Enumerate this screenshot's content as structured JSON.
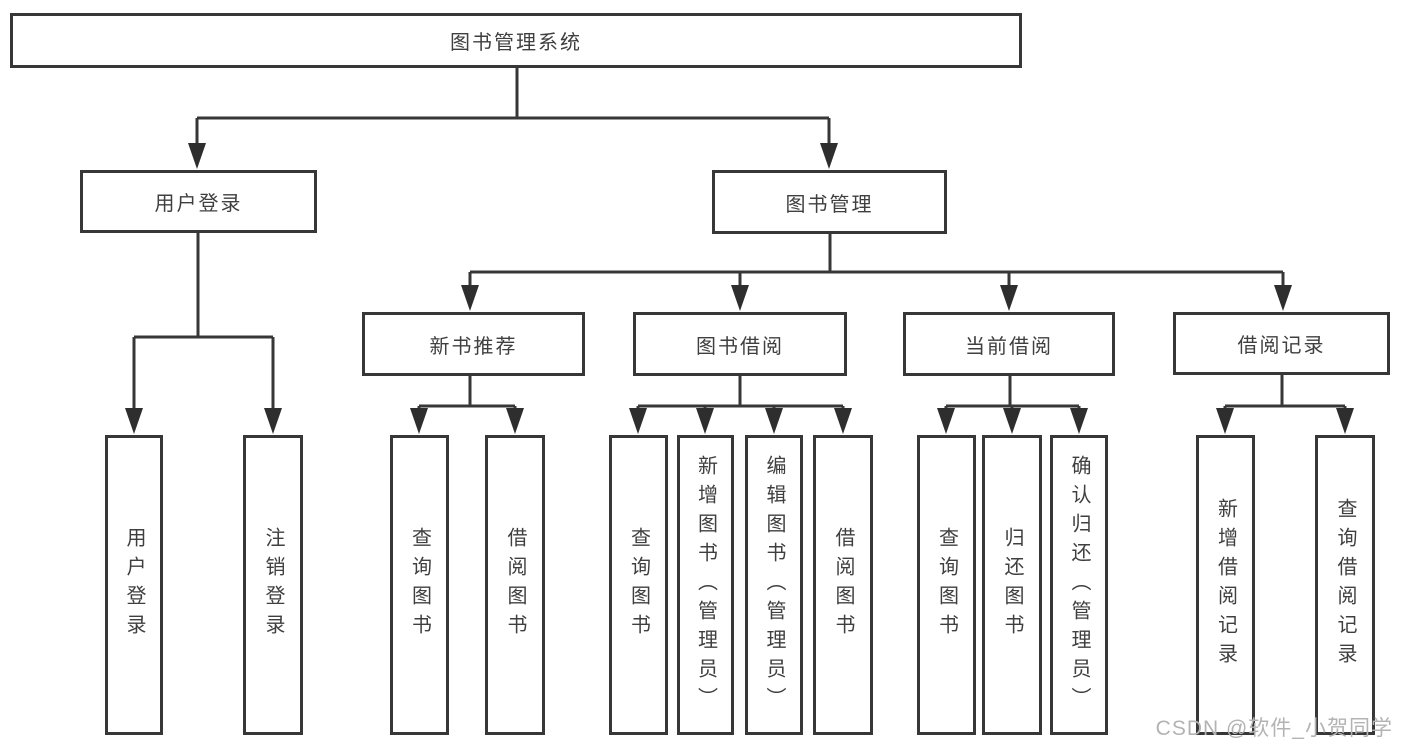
{
  "diagram": {
    "title_node": {
      "label": "图书管理系统"
    },
    "level1": [
      {
        "label": "用户登录"
      },
      {
        "label": "图书管理"
      }
    ],
    "level2": [
      {
        "label": "新书推荐",
        "parent": "图书管理"
      },
      {
        "label": "图书借阅",
        "parent": "图书管理"
      },
      {
        "label": "当前借阅",
        "parent": "图书管理"
      },
      {
        "label": "借阅记录",
        "parent": "图书管理"
      }
    ],
    "leaves": [
      {
        "label": "用户登录",
        "parent": "用户登录"
      },
      {
        "label": "注销登录",
        "parent": "用户登录"
      },
      {
        "label": "查询图书",
        "parent": "新书推荐"
      },
      {
        "label": "借阅图书",
        "parent": "新书推荐"
      },
      {
        "label": "查询图书",
        "parent": "图书借阅"
      },
      {
        "label": "新增图书（管理员）",
        "parent": "图书借阅"
      },
      {
        "label": "编辑图书（管理员）",
        "parent": "图书借阅"
      },
      {
        "label": "借阅图书",
        "parent": "图书借阅"
      },
      {
        "label": "查询图书",
        "parent": "当前借阅"
      },
      {
        "label": "归还图书",
        "parent": "当前借阅"
      },
      {
        "label": "确认归还（管理员）",
        "parent": "当前借阅"
      },
      {
        "label": "新增借阅记录",
        "parent": "借阅记录"
      },
      {
        "label": "查询借阅记录",
        "parent": "借阅记录"
      }
    ]
  },
  "watermark": "CSDN @软件_小贺同学",
  "colors": {
    "line": "#373737",
    "arrow": "#2e2e2e",
    "text": "#3f3f3f",
    "box_background": "#ffffff",
    "watermark": "#b3b3b3"
  }
}
